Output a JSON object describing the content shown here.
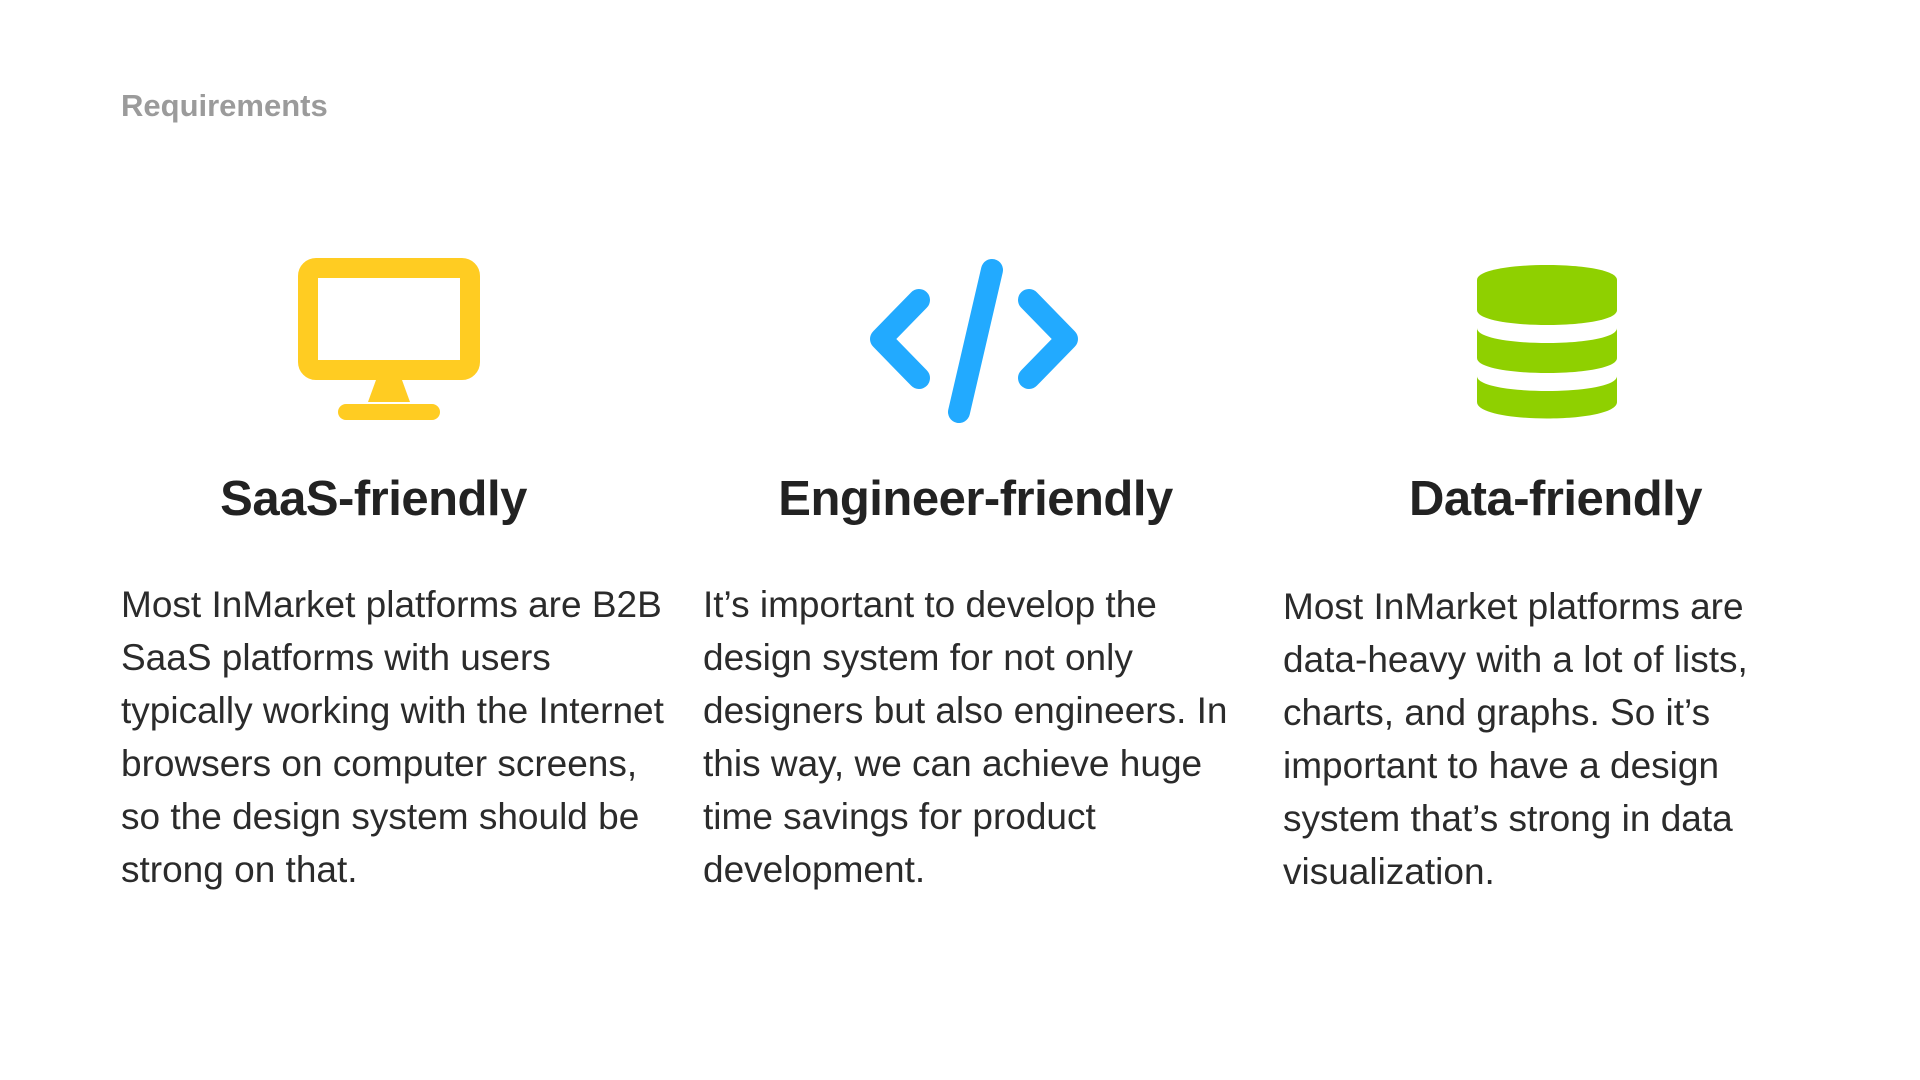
{
  "section_label": "Requirements",
  "colors": {
    "saas_icon": "#ffcc22",
    "engineer_icon": "#22aaff",
    "data_icon": "#8fd000",
    "heading": "#222222",
    "body": "#2b2b2b",
    "label": "#9b9b9b"
  },
  "columns": [
    {
      "icon": "monitor-icon",
      "title": "SaaS-friendly",
      "body": "Most InMarket platforms are B2B SaaS platforms with users typically working with the Internet browsers on computer screens, so the design system should be strong on that."
    },
    {
      "icon": "code-icon",
      "title": "Engineer-friendly",
      "body": "It’s important to develop the design system for not only designers but also engineers. In this way, we can achieve huge time savings for product development."
    },
    {
      "icon": "database-icon",
      "title": "Data-friendly",
      "body": "Most InMarket platforms are data-heavy with a lot of lists, charts, and graphs. So it’s important to have a design system that’s strong in data visualization."
    }
  ]
}
